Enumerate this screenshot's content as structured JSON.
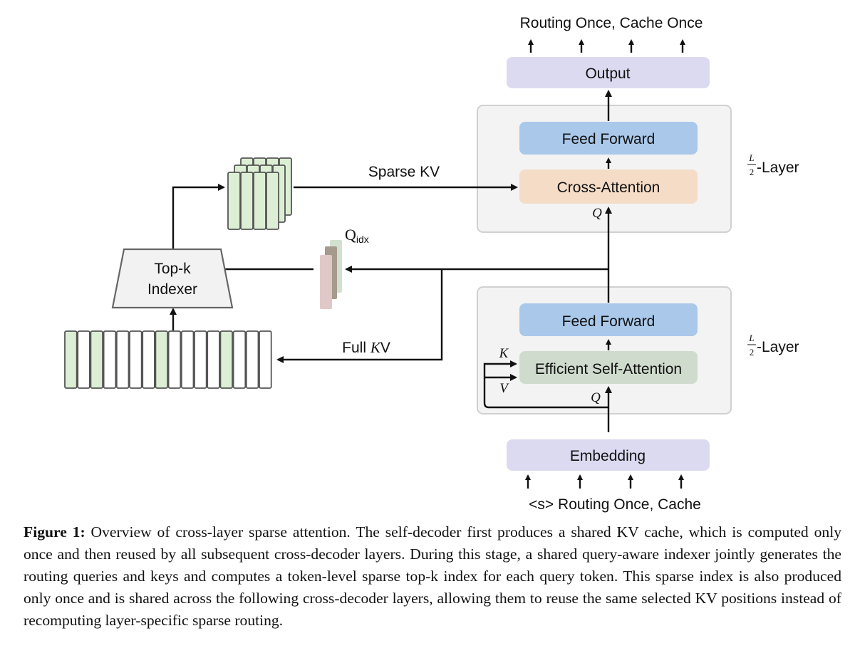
{
  "diagram": {
    "top_tokens": [
      "Routing",
      "Once,",
      "Cache",
      "Once"
    ],
    "top_tokens_text": "Routing Once, Cache  Once",
    "bottom_tokens_text": "<s>  Routing Once,  Cache",
    "output_label": "Output",
    "embedding_label": "Embedding",
    "cross_block": {
      "feed_forward": "Feed Forward",
      "attention": "Cross-Attention",
      "q_label": "Q",
      "layer_frac_num": "L",
      "layer_frac_den": "2",
      "layer_suffix": "-Layer"
    },
    "self_block": {
      "feed_forward": "Feed Forward",
      "attention": "Efficient Self-Attention",
      "q_label": "Q",
      "k_label": "K",
      "v_label": "V",
      "layer_frac_num": "L",
      "layer_frac_den": "2",
      "layer_suffix": "-Layer"
    },
    "sparse_kv_label": "Sparse KV",
    "full_kv_label_prefix": "Full ",
    "full_kv_label_k": "K",
    "full_kv_label_v": "V",
    "qidx_main": "Q",
    "qidx_sub": "idx",
    "indexer_line1": "Top-k",
    "indexer_line2": "Indexer",
    "full_kv_cells": [
      true,
      false,
      true,
      false,
      false,
      false,
      false,
      true,
      false,
      false,
      false,
      false,
      true,
      false,
      false,
      false
    ],
    "colors": {
      "output_embed": "#dcdaf0",
      "feed_forward": "#a9c8ea",
      "cross_attention": "#f5dcc6",
      "self_attention": "#cfdccd",
      "block_bg": "#f3f3f3",
      "block_border": "#d0d0d0",
      "kv_green": "#dcefd4",
      "kv_border": "#555555",
      "indexer_fill": "#f2f2f2"
    }
  },
  "caption": {
    "label": "Figure 1:",
    "text": " Overview of cross-layer sparse attention. The self-decoder first produces a shared KV cache, which is computed only once and then reused by all subsequent cross-decoder layers. During this stage, a shared query-aware indexer jointly generates the routing queries and keys and computes a token-level sparse top-k index for each query token. This sparse index is also produced only once and is shared across the following cross-decoder layers, allowing them to reuse the same selected KV positions instead of recomputing layer-specific sparse routing."
  }
}
